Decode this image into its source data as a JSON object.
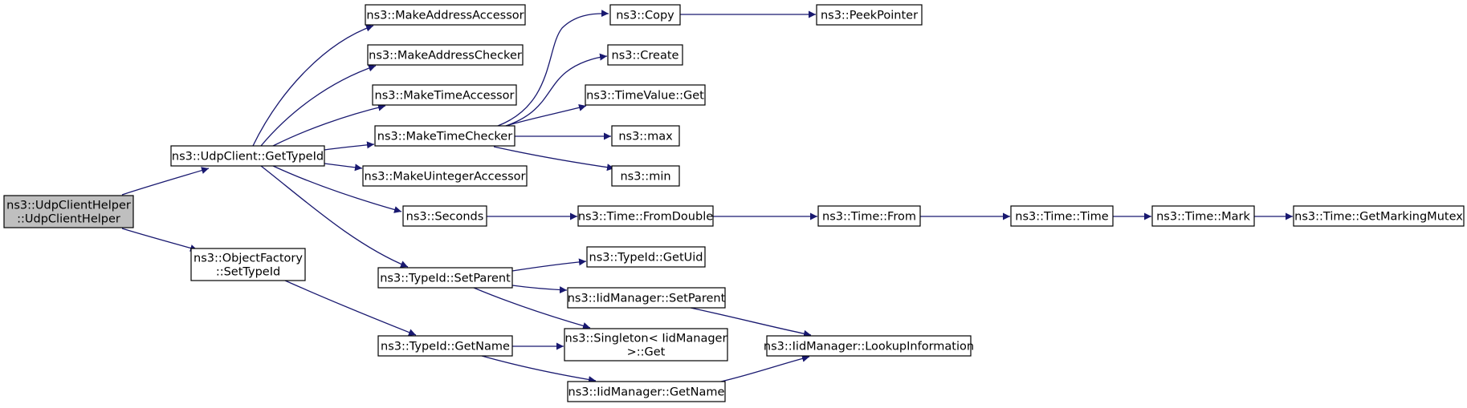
{
  "colors": {
    "edge": "#191970",
    "root_fill": "#bfbfbf",
    "node_fill": "#ffffff",
    "border": "#000000"
  },
  "nodes": [
    {
      "id": "root",
      "lines": [
        "ns3::UdpClientHelper",
        "::UdpClientHelper"
      ]
    },
    {
      "id": "getTypeId",
      "lines": [
        "ns3::UdpClient::GetTypeId"
      ]
    },
    {
      "id": "objFactory",
      "lines": [
        "ns3::ObjectFactory",
        "::SetTypeId"
      ]
    },
    {
      "id": "makeAddrAcc",
      "lines": [
        "ns3::MakeAddressAccessor"
      ]
    },
    {
      "id": "makeAddrChk",
      "lines": [
        "ns3::MakeAddressChecker"
      ]
    },
    {
      "id": "makeTimeAcc",
      "lines": [
        "ns3::MakeTimeAccessor"
      ]
    },
    {
      "id": "makeTimeChk",
      "lines": [
        "ns3::MakeTimeChecker"
      ]
    },
    {
      "id": "makeUintAcc",
      "lines": [
        "ns3::MakeUintegerAccessor"
      ]
    },
    {
      "id": "seconds",
      "lines": [
        "ns3::Seconds"
      ]
    },
    {
      "id": "setParent",
      "lines": [
        "ns3::TypeId::SetParent"
      ]
    },
    {
      "id": "getName",
      "lines": [
        "ns3::TypeId::GetName"
      ]
    },
    {
      "id": "copy",
      "lines": [
        "ns3::Copy"
      ]
    },
    {
      "id": "create",
      "lines": [
        "ns3::Create"
      ]
    },
    {
      "id": "tvGet",
      "lines": [
        "ns3::TimeValue::Get"
      ]
    },
    {
      "id": "max",
      "lines": [
        "ns3::max"
      ]
    },
    {
      "id": "min",
      "lines": [
        "ns3::min"
      ]
    },
    {
      "id": "fromDouble",
      "lines": [
        "ns3::Time::FromDouble"
      ]
    },
    {
      "id": "getUid",
      "lines": [
        "ns3::TypeId::GetUid"
      ]
    },
    {
      "id": "iidSetParent",
      "lines": [
        "ns3::IidManager::SetParent"
      ]
    },
    {
      "id": "singleton",
      "lines": [
        "ns3::Singleton< IidManager",
        " >::Get"
      ]
    },
    {
      "id": "iidGetName",
      "lines": [
        "ns3::IidManager::GetName"
      ]
    },
    {
      "id": "peekPointer",
      "lines": [
        "ns3::PeekPointer"
      ]
    },
    {
      "id": "timeFrom",
      "lines": [
        "ns3::Time::From"
      ]
    },
    {
      "id": "lookupInfo",
      "lines": [
        "ns3::IidManager::LookupInformation"
      ]
    },
    {
      "id": "timeTime",
      "lines": [
        "ns3::Time::Time"
      ]
    },
    {
      "id": "timeMark",
      "lines": [
        "ns3::Time::Mark"
      ]
    },
    {
      "id": "markingMutex",
      "lines": [
        "ns3::Time::GetMarkingMutex"
      ]
    }
  ],
  "edges": [
    {
      "from": "root",
      "to": "getTypeId"
    },
    {
      "from": "root",
      "to": "objFactory"
    },
    {
      "from": "getTypeId",
      "to": "makeAddrAcc"
    },
    {
      "from": "getTypeId",
      "to": "makeAddrChk"
    },
    {
      "from": "getTypeId",
      "to": "makeTimeAcc"
    },
    {
      "from": "getTypeId",
      "to": "makeTimeChk"
    },
    {
      "from": "getTypeId",
      "to": "makeUintAcc"
    },
    {
      "from": "getTypeId",
      "to": "seconds"
    },
    {
      "from": "getTypeId",
      "to": "setParent"
    },
    {
      "from": "objFactory",
      "to": "getName"
    },
    {
      "from": "makeTimeChk",
      "to": "copy"
    },
    {
      "from": "makeTimeChk",
      "to": "create"
    },
    {
      "from": "makeTimeChk",
      "to": "tvGet"
    },
    {
      "from": "makeTimeChk",
      "to": "max"
    },
    {
      "from": "makeTimeChk",
      "to": "min"
    },
    {
      "from": "copy",
      "to": "peekPointer"
    },
    {
      "from": "seconds",
      "to": "fromDouble"
    },
    {
      "from": "fromDouble",
      "to": "timeFrom"
    },
    {
      "from": "timeFrom",
      "to": "timeTime"
    },
    {
      "from": "timeTime",
      "to": "timeMark"
    },
    {
      "from": "timeMark",
      "to": "markingMutex"
    },
    {
      "from": "setParent",
      "to": "getUid"
    },
    {
      "from": "setParent",
      "to": "iidSetParent"
    },
    {
      "from": "setParent",
      "to": "singleton"
    },
    {
      "from": "getName",
      "to": "singleton"
    },
    {
      "from": "getName",
      "to": "iidGetName"
    },
    {
      "from": "iidSetParent",
      "to": "lookupInfo"
    },
    {
      "from": "iidGetName",
      "to": "lookupInfo"
    }
  ]
}
